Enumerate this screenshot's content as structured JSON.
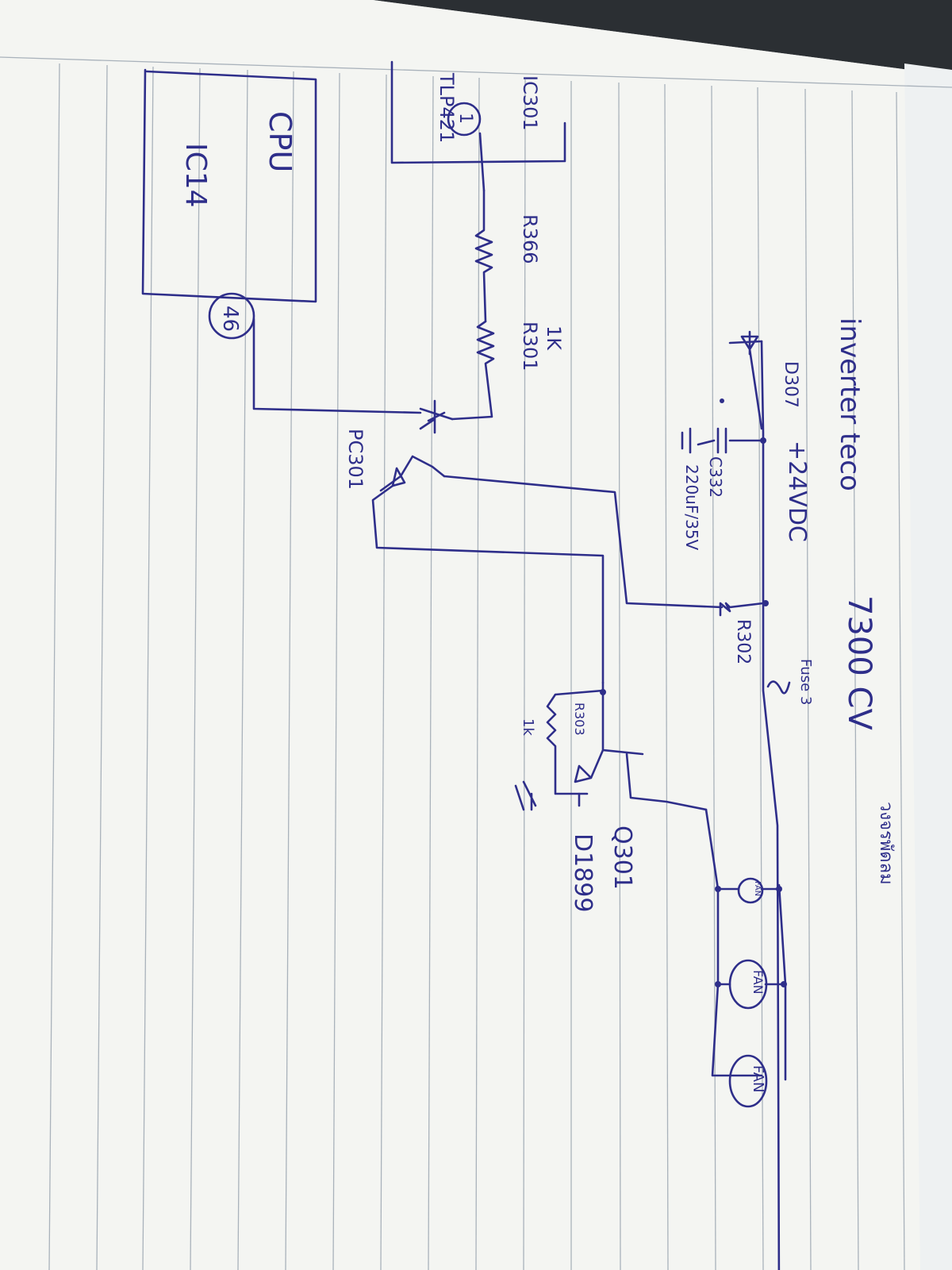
{
  "page": {
    "title": "inverter teco",
    "model": "7300 CV",
    "note_thai": "วงจรพัดลม"
  },
  "labels": {
    "cpu": "CPU",
    "cpu_ic": "IC14",
    "cpu_pin": "46",
    "tlp_ref": "IC301",
    "tlp_part": "TLP421",
    "tlp_pin": "1",
    "r366": "R366",
    "r301": "R301",
    "r301_value": "1K",
    "pc301": "PC301",
    "d307": "D307",
    "supply": "+24VDC",
    "c332": "C332",
    "c332_value": "220uF/35V",
    "r302": "R302",
    "fuse": "Fuse 3",
    "r303": "R303",
    "r303_value": "1k",
    "q301": "Q301",
    "q301_part": "D1899",
    "fan1": "FAN",
    "fan2": "FAN",
    "fan3": "FAN"
  }
}
